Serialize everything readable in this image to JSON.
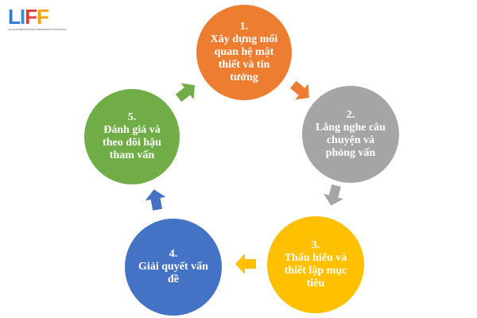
{
  "logo": {
    "text": "LIFF",
    "subtitle": "LACLE INTERNATIONAL FRIENDSHIP FOUNDATION"
  },
  "steps": [
    {
      "number": "1.",
      "text": "Xây dựng mối quan hệ mật thiết và tin tưởng",
      "color": "#ed7d31"
    },
    {
      "number": "2.",
      "text": "Lắng nghe câu chuyện và phỏng vấn",
      "color": "#a5a5a5"
    },
    {
      "number": "3.",
      "text": "Thấu hiểu và thiết lập mục tiêu",
      "color": "#ffc000"
    },
    {
      "number": "4.",
      "text": "Giải quyết vấn đề",
      "color": "#4472c4"
    },
    {
      "number": "5.",
      "text": "Đánh giá và theo dõi hậu tham vấn",
      "color": "#70ad47"
    }
  ]
}
